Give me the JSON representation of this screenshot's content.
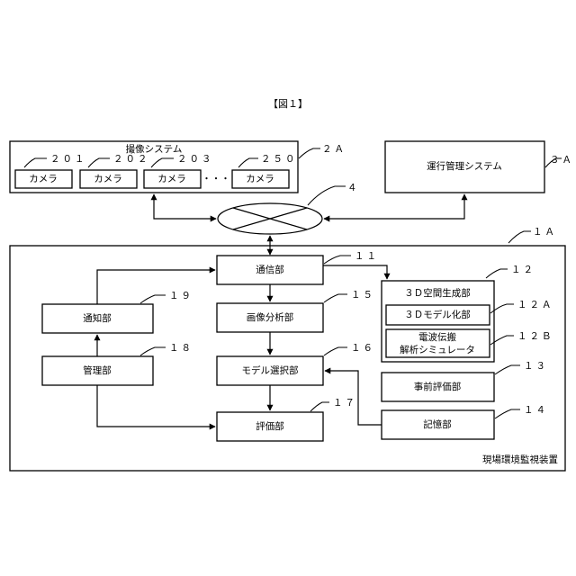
{
  "figure_title": "【図１】",
  "imaging_system": {
    "title": "撮像システム",
    "ref": "２Ａ",
    "cameras": [
      {
        "label": "カメラ",
        "ref": "２０１"
      },
      {
        "label": "カメラ",
        "ref": "２０２"
      },
      {
        "label": "カメラ",
        "ref": "２０３"
      },
      {
        "label": "カメラ",
        "ref": "２５０"
      }
    ],
    "ellipsis": "・・・"
  },
  "operation_system": {
    "label": "運行管理システム",
    "ref": "３Ａ"
  },
  "network": {
    "ref": "４"
  },
  "device": {
    "label": "現場環境監視装置",
    "ref": "１Ａ"
  },
  "blocks": {
    "communication": {
      "label": "通信部",
      "ref": "１１"
    },
    "space_gen": {
      "label": "３Ｄ空間生成部",
      "ref": "１２"
    },
    "modeling": {
      "label": "３Ｄモデル化部",
      "ref": "１２Ａ"
    },
    "simulator": {
      "line1": "電波伝搬",
      "line2": "解析シミュレータ",
      "ref": "１２Ｂ"
    },
    "pre_eval": {
      "label": "事前評価部",
      "ref": "１３"
    },
    "storage": {
      "label": "記憶部",
      "ref": "１４"
    },
    "image_analysis": {
      "label": "画像分析部",
      "ref": "１５"
    },
    "model_select": {
      "label": "モデル選択部",
      "ref": "１６"
    },
    "evaluation": {
      "label": "評価部",
      "ref": "１７"
    },
    "management": {
      "label": "管理部",
      "ref": "１８"
    },
    "notification": {
      "label": "通知部",
      "ref": "１９"
    }
  }
}
